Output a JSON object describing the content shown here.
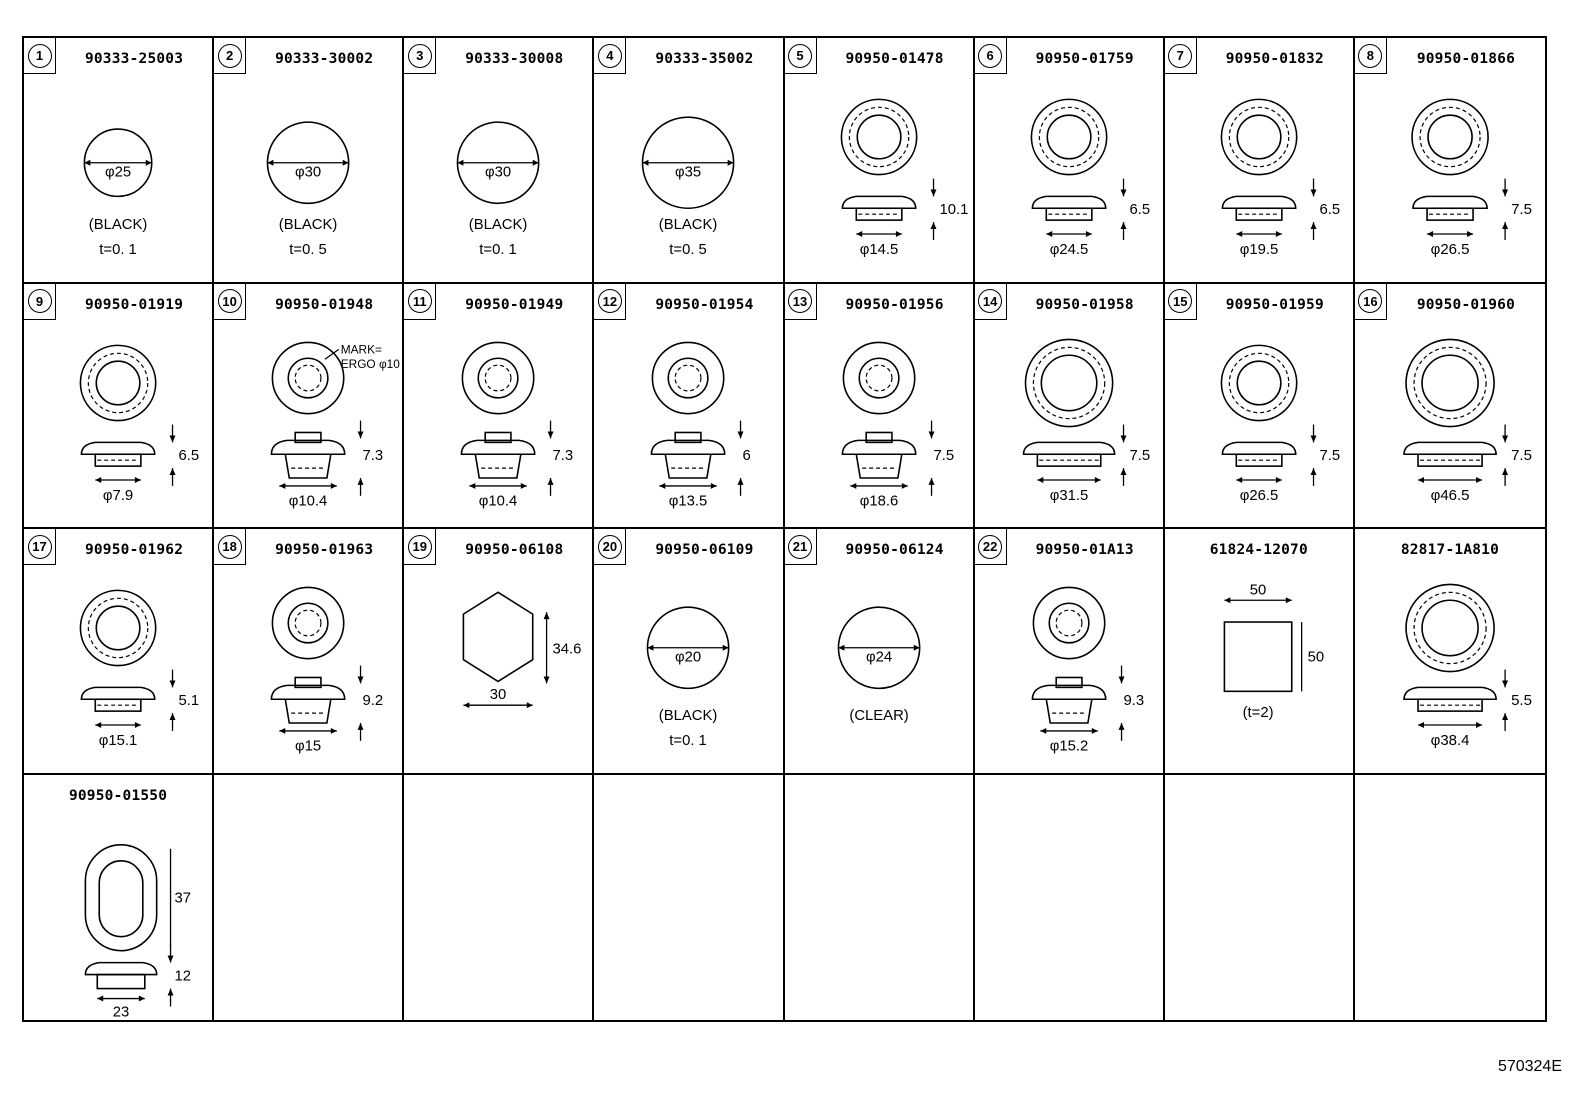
{
  "figure_id": "570324E",
  "cells": [
    {
      "num": "1",
      "part": "90333-25003",
      "shape": "disc",
      "dim": "φ25",
      "color": "(BLACK)",
      "thk": "t=0. 1"
    },
    {
      "num": "2",
      "part": "90333-30002",
      "shape": "disc",
      "dim": "φ30",
      "color": "(BLACK)",
      "thk": "t=0. 5"
    },
    {
      "num": "3",
      "part": "90333-30008",
      "shape": "disc",
      "dim": "φ30",
      "color": "(BLACK)",
      "thk": "t=0. 1"
    },
    {
      "num": "4",
      "part": "90333-35002",
      "shape": "disc",
      "dim": "φ35",
      "color": "(BLACK)",
      "thk": "t=0. 5"
    },
    {
      "num": "5",
      "part": "90950-01478",
      "shape": "grommet",
      "dia": "φ14.5",
      "h": "10.1"
    },
    {
      "num": "6",
      "part": "90950-01759",
      "shape": "grommet",
      "dia": "φ24.5",
      "h": "6.5"
    },
    {
      "num": "7",
      "part": "90950-01832",
      "shape": "grommet",
      "dia": "φ19.5",
      "h": "6.5"
    },
    {
      "num": "8",
      "part": "90950-01866",
      "shape": "grommet",
      "dia": "φ26.5",
      "h": "7.5"
    },
    {
      "num": "9",
      "part": "90950-01919",
      "shape": "grommet",
      "dia": "φ7.9",
      "h": "6.5"
    },
    {
      "num": "10",
      "part": "90950-01948",
      "shape": "plug",
      "dia": "φ10.4",
      "h": "7.3",
      "mark1": "MARK=",
      "mark2": "ERGO φ10"
    },
    {
      "num": "11",
      "part": "90950-01949",
      "shape": "plug",
      "dia": "φ10.4",
      "h": "7.3"
    },
    {
      "num": "12",
      "part": "90950-01954",
      "shape": "plug",
      "dia": "φ13.5",
      "h": "6"
    },
    {
      "num": "13",
      "part": "90950-01956",
      "shape": "plug",
      "dia": "φ18.6",
      "h": "7.5"
    },
    {
      "num": "14",
      "part": "90950-01958",
      "shape": "grommet",
      "dia": "φ31.5",
      "h": "7.5"
    },
    {
      "num": "15",
      "part": "90950-01959",
      "shape": "grommet",
      "dia": "φ26.5",
      "h": "7.5"
    },
    {
      "num": "16",
      "part": "90950-01960",
      "shape": "grommet",
      "dia": "φ46.5",
      "h": "7.5"
    },
    {
      "num": "17",
      "part": "90950-01962",
      "shape": "grommet",
      "dia": "φ15.1",
      "h": "5.1"
    },
    {
      "num": "18",
      "part": "90950-01963",
      "shape": "plug",
      "dia": "φ15",
      "h": "9.2"
    },
    {
      "num": "19",
      "part": "90950-06108",
      "shape": "hex",
      "w": "30",
      "h": "34.6"
    },
    {
      "num": "20",
      "part": "90950-06109",
      "shape": "disc",
      "dim": "φ20",
      "color": "(BLACK)",
      "thk": "t=0. 1"
    },
    {
      "num": "21",
      "part": "90950-06124",
      "shape": "disc",
      "dim": "φ24",
      "color": "(CLEAR)"
    },
    {
      "num": "22",
      "part": "90950-01A13",
      "shape": "plug",
      "dia": "φ15.2",
      "h": "9.3"
    },
    {
      "num": "",
      "part": "61824-12070",
      "shape": "square",
      "w": "50",
      "h": "50",
      "thk": "(t=2)"
    },
    {
      "num": "",
      "part": "82817-1A810",
      "shape": "grommet",
      "dia": "φ38.4",
      "h": "5.5"
    },
    {
      "num": "",
      "part": "90950-01550",
      "shape": "oval",
      "w": "23",
      "l": "37",
      "h": "12"
    },
    {
      "num": "",
      "part": "",
      "shape": "empty"
    },
    {
      "num": "",
      "part": "",
      "shape": "empty"
    },
    {
      "num": "",
      "part": "",
      "shape": "empty"
    },
    {
      "num": "",
      "part": "",
      "shape": "empty"
    },
    {
      "num": "",
      "part": "",
      "shape": "empty"
    },
    {
      "num": "",
      "part": "",
      "shape": "empty"
    },
    {
      "num": "",
      "part": "",
      "shape": "empty"
    }
  ]
}
